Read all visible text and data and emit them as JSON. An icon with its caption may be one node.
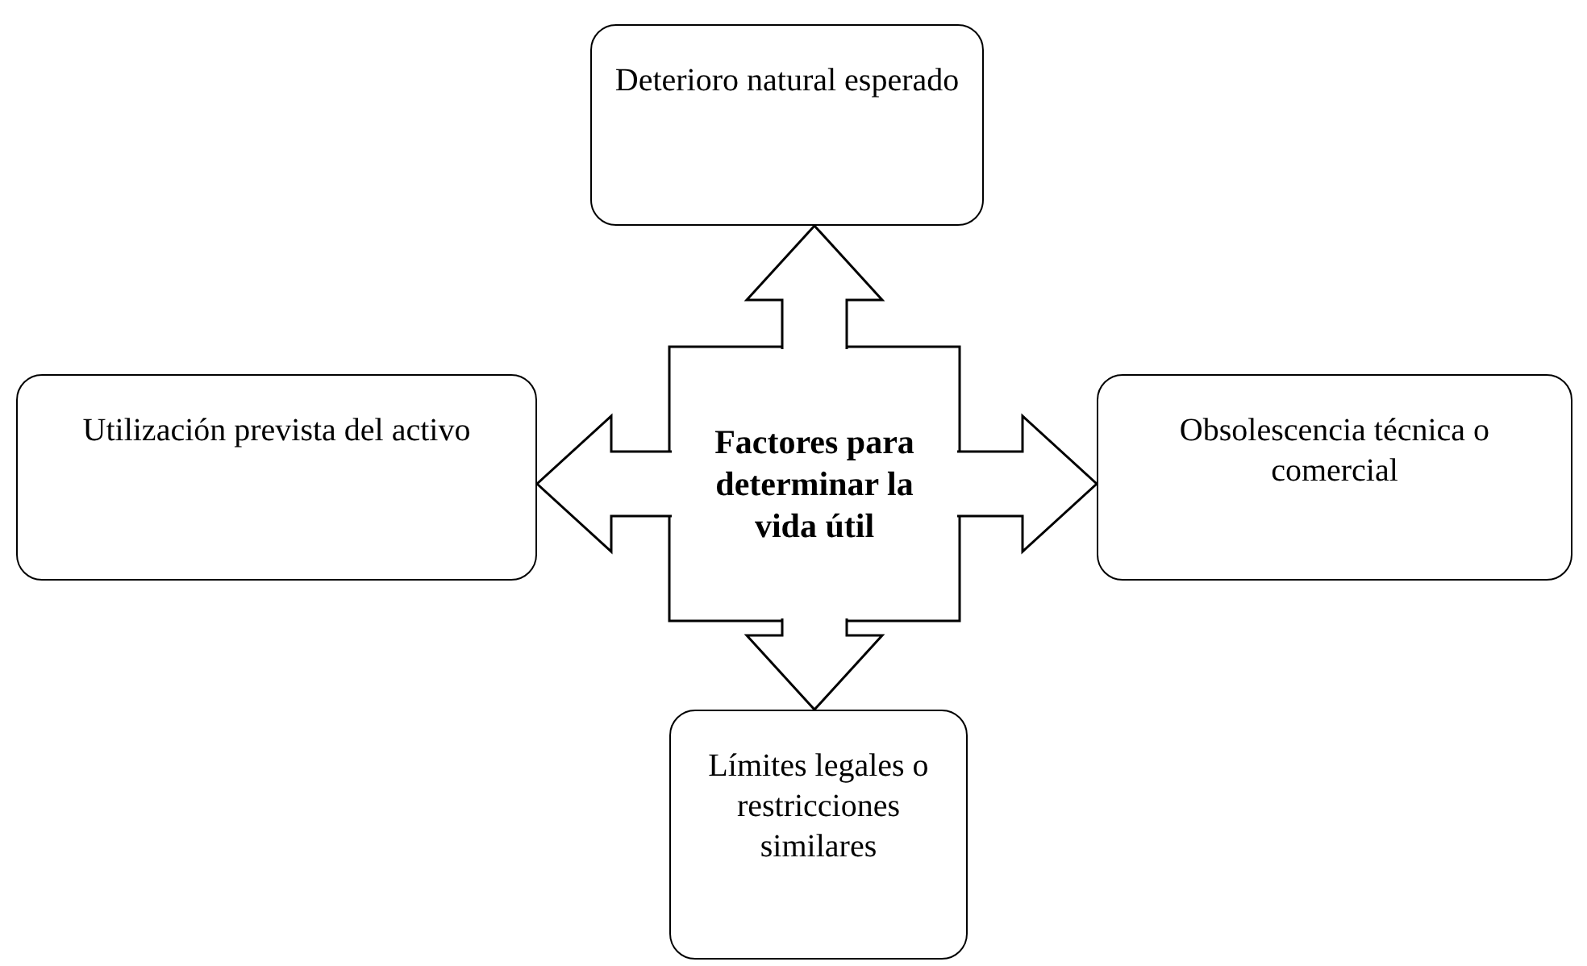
{
  "diagram": {
    "nodes": [
      {
        "text": [
          "Deterioro natural esperado"
        ]
      },
      {
        "text": [
          "Utilización prevista del activo"
        ]
      },
      {
        "text": [
          "Factores para determinar la vida útil"
        ]
      },
      {
        "text": [
          "Obsolescencia técnica o comercial"
        ]
      },
      {
        "text": [
          "Límites legales o restricciones similares"
        ]
      }
    ],
    "edges": [
      {
        "from": 2,
        "to": 0,
        "arrow": "to"
      },
      {
        "from": 2,
        "to": 1,
        "arrow": "to"
      },
      {
        "from": 2,
        "to": 3,
        "arrow": "to"
      },
      {
        "from": 2,
        "to": 4,
        "arrow": "to"
      }
    ]
  }
}
